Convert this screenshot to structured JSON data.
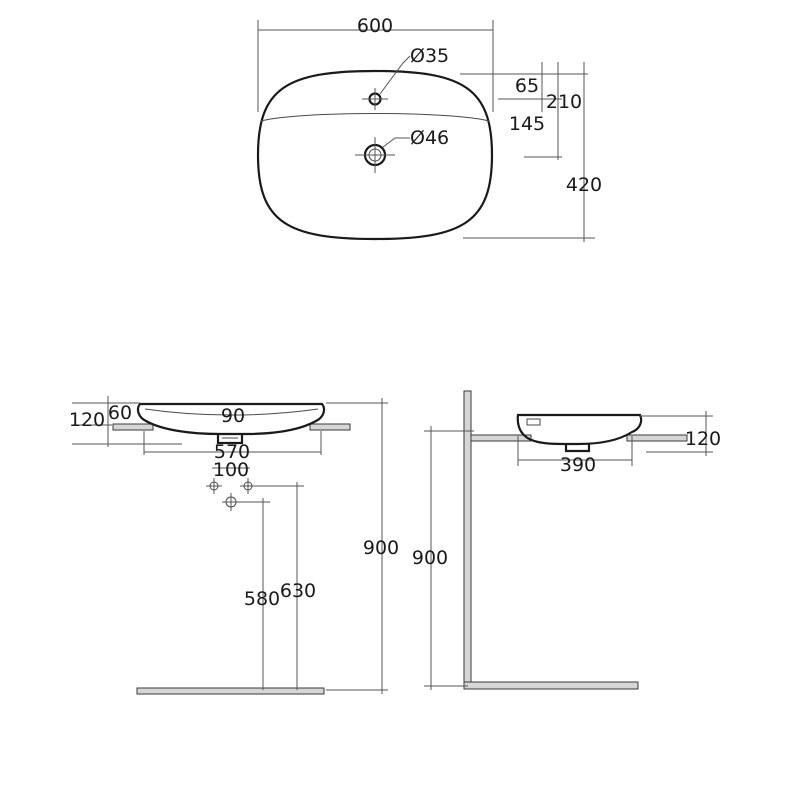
{
  "plan_view": {
    "width_label": "600",
    "depth_label": "420",
    "tap_hole_label": "Ø35",
    "waste_label": "Ø46",
    "tap_offset_label": "65",
    "waste_offset_label": "210",
    "tap_to_waste_label": "145"
  },
  "front_elevation": {
    "total_height_label": "120",
    "above_counter_label": "60",
    "waste_width_label": "90",
    "cutout_width_label": "570",
    "supply_spacing_label": "100",
    "install_height_label": "900",
    "supply_height_label": "580",
    "waste_height_label": "630"
  },
  "side_elevation": {
    "install_height_label": "900",
    "height_label": "120",
    "depth_label": "390"
  },
  "colors": {
    "line": "#1a1a1a",
    "dimension": "#555555",
    "floor": "#d6d6d6"
  }
}
